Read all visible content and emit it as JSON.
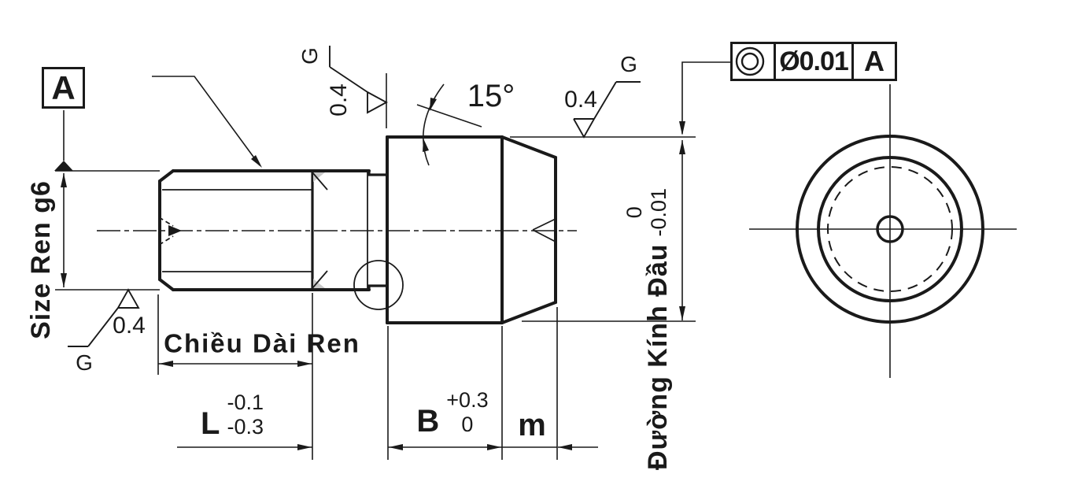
{
  "datum": {
    "label": "A"
  },
  "fcf": {
    "symbol_name": "concentricity",
    "tolerance": "Ø0.01",
    "datum_ref": "A"
  },
  "surface_finish": {
    "value": "0.4",
    "process": "G"
  },
  "dimensions": {
    "thread_size": {
      "label": "Size Ren g6"
    },
    "thread_length": {
      "label": "Chiều Dài Ren"
    },
    "overall_length": {
      "letter": "L",
      "tol_upper": "-0.1",
      "tol_lower": "-0.3"
    },
    "head_length": {
      "letter": "B",
      "tol_upper": "+0.3",
      "tol_lower": "0"
    },
    "taper_length": {
      "letter": "m"
    },
    "taper_angle": {
      "value": "15°"
    },
    "head_diameter": {
      "label": "Đường Kính Đầu",
      "tol_upper": "0",
      "tol_lower": "-0.01"
    }
  }
}
